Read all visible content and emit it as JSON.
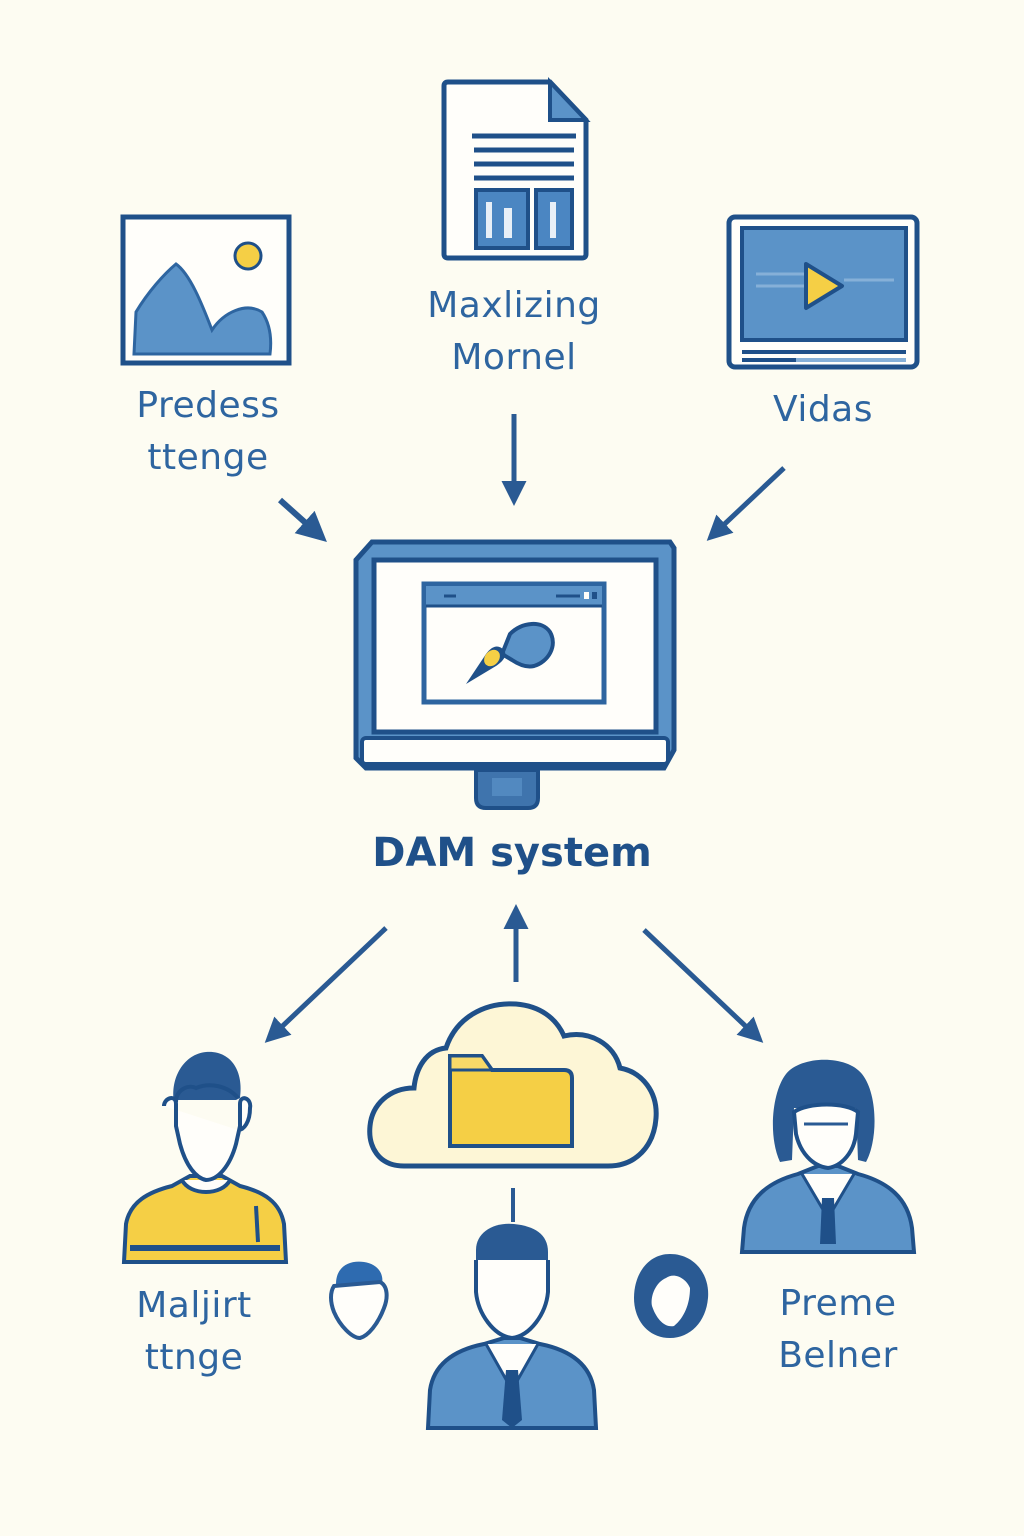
{
  "diagram": {
    "title": "DAM system",
    "colors": {
      "background": "#fdfcf2",
      "primary_dark": "#1f5089",
      "primary_fill": "#5b93c8",
      "accent_yellow": "#f5cf45",
      "cloud_fill": "#fdf6d6"
    },
    "inputs": [
      {
        "id": "image",
        "icon": "image-icon",
        "label_lines": [
          "Predess",
          "ttenge"
        ]
      },
      {
        "id": "document",
        "icon": "document-icon",
        "label_lines": [
          "Maxlizing",
          "Mornel"
        ]
      },
      {
        "id": "video",
        "icon": "video-icon",
        "label_lines": [
          "Vidas"
        ]
      }
    ],
    "center": {
      "icon": "monitor-icon",
      "inner_icon": "pen-tool-icon",
      "label": "DAM system"
    },
    "storage": {
      "icon": "cloud-folder-icon"
    },
    "outputs": [
      {
        "id": "user-left",
        "icon": "user-yellow-shirt-icon",
        "label_lines": [
          "Maljirt",
          "ttnge"
        ]
      },
      {
        "id": "user-center",
        "icon": "user-suit-icon",
        "label_lines": []
      },
      {
        "id": "user-right",
        "icon": "user-woman-suit-icon",
        "label_lines": [
          "Preme",
          "Belner"
        ]
      },
      {
        "id": "small-avatar-left",
        "icon": "small-user-icon",
        "label_lines": []
      },
      {
        "id": "small-avatar-right",
        "icon": "small-user-dark-icon",
        "label_lines": []
      }
    ],
    "arrows": [
      {
        "from": "image",
        "to": "center",
        "direction": "down-right"
      },
      {
        "from": "document",
        "to": "center",
        "direction": "down"
      },
      {
        "from": "video",
        "to": "center",
        "direction": "down-left"
      },
      {
        "from": "center",
        "to": "user-left",
        "direction": "down-left"
      },
      {
        "from": "storage",
        "to": "center",
        "direction": "up"
      },
      {
        "from": "center",
        "to": "user-right",
        "direction": "down-right"
      }
    ]
  }
}
